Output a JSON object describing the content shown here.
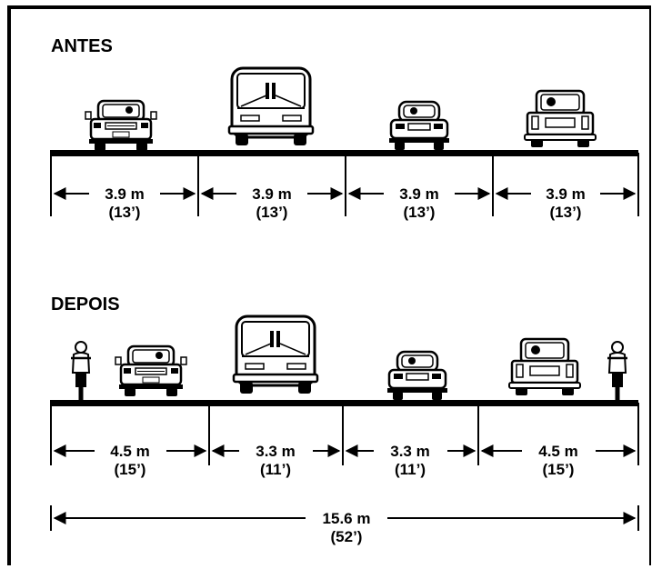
{
  "before": {
    "title": "ANTES",
    "lanes": [
      {
        "metric": "3.9 m",
        "imperial": "(13’)"
      },
      {
        "metric": "3.9 m",
        "imperial": "(13’)"
      },
      {
        "metric": "3.9 m",
        "imperial": "(13’)"
      },
      {
        "metric": "3.9 m",
        "imperial": "(13’)"
      }
    ]
  },
  "after": {
    "title": "DEPOIS",
    "lanes": [
      {
        "metric": "4.5 m",
        "imperial": "(15’)"
      },
      {
        "metric": "3.3 m",
        "imperial": "(11’)"
      },
      {
        "metric": "3.3 m",
        "imperial": "(11’)"
      },
      {
        "metric": "4.5 m",
        "imperial": "(15’)"
      }
    ],
    "total": {
      "metric": "15.6 m",
      "imperial": "(52’)"
    }
  },
  "vehicles": {
    "before": [
      "sedan-icon",
      "bus-icon",
      "small-car-icon",
      "pickup-truck-icon"
    ],
    "after": [
      "cyclist-icon",
      "sedan-icon",
      "bus-icon",
      "small-car-icon",
      "pickup-truck-icon",
      "cyclist-icon"
    ]
  }
}
